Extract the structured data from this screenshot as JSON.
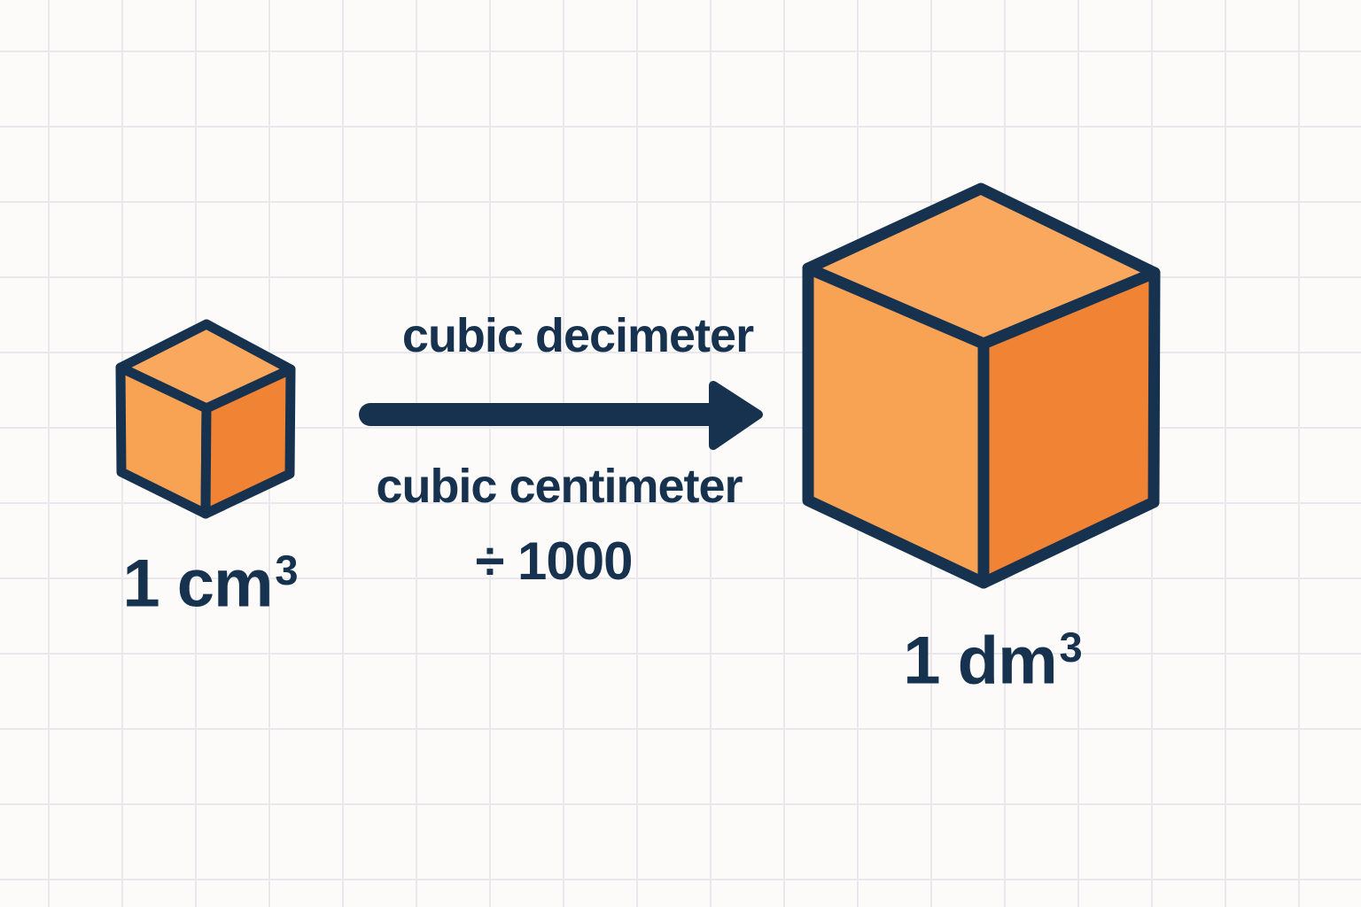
{
  "colors": {
    "bg": "#FCFBFA",
    "grid": "#E9E8EC",
    "navy": "#17324F",
    "cube_top": "#F9A85E",
    "cube_left": "#F8A254",
    "cube_right": "#F08334"
  },
  "small_cube": {
    "label_text": "1 cm",
    "label_exponent": "3"
  },
  "large_cube": {
    "label_text": "1 dm",
    "label_exponent": "3"
  },
  "conversion": {
    "from_label": "cubic decimeter",
    "to_label": "cubic centimeter",
    "operation": "÷ 1000"
  }
}
